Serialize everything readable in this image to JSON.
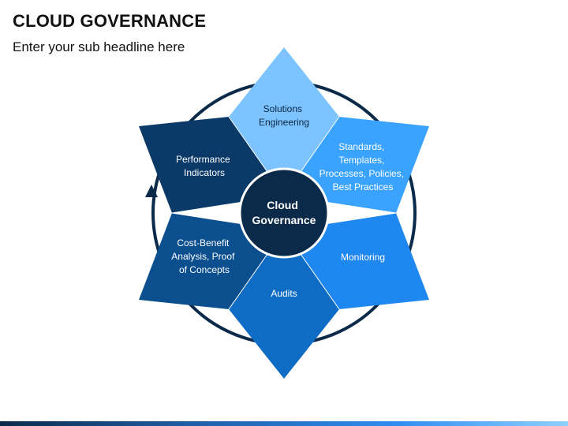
{
  "header": {
    "title": "CLOUD GOVERNANCE",
    "subtitle": "Enter your sub headline here"
  },
  "diagram": {
    "center": {
      "line1": "Cloud",
      "line2": "Governance",
      "color": "#0b2a4a"
    },
    "ring_color": "#0b2a4a",
    "segments": [
      {
        "id": "top",
        "lines": [
          "Solutions",
          "Engineering"
        ],
        "color": "#7cc3ff"
      },
      {
        "id": "top-right",
        "lines": [
          "Standards,",
          "Templates,",
          "Processes, Policies,",
          "Best Practices"
        ],
        "color": "#3aa3ff"
      },
      {
        "id": "bottom-right",
        "lines": [
          "Monitoring"
        ],
        "color": "#1f87f0"
      },
      {
        "id": "bottom",
        "lines": [
          "Audits"
        ],
        "color": "#0f6cc4"
      },
      {
        "id": "bottom-left",
        "lines": [
          "Cost-Benefit",
          "Analysis, Proof",
          "of Concepts"
        ],
        "color": "#0b4f8f"
      },
      {
        "id": "top-left",
        "lines": [
          "Performance",
          "Indicators"
        ],
        "color": "#0b3968"
      }
    ]
  }
}
